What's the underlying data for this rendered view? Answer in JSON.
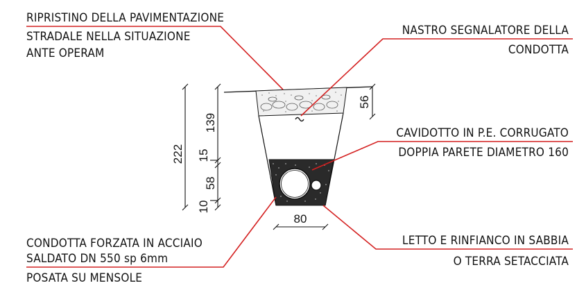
{
  "colors": {
    "leader": "#d42020",
    "ink": "#111111",
    "gravel": "#2a2a2a",
    "sand": "#9a9a9a"
  },
  "labels": {
    "ripristino": [
      "RIPRISTINO DELLA PAVIMENTAZIONE",
      "STRADALE NELLA SITUAZIONE",
      "ANTE OPERAM"
    ],
    "nastro": [
      "NASTRO SEGNALATORE DELLA",
      "CONDOTTA"
    ],
    "cavidotto": [
      "CAVIDOTTO IN P.E. CORRUGATO",
      "DOPPIA PARETE DIAMETRO 160"
    ],
    "condotta": [
      "CONDOTTA FORZATA IN ACCIAIO",
      "SALDATO DN 550 sp 6mm",
      "POSATA SU MENSOLE"
    ],
    "letto": [
      "LETTO E RINFIANCO IN SABBIA",
      "O TERRA SETACCIATA"
    ]
  },
  "dimensions": {
    "total_depth": "222",
    "fill_depth": "139",
    "gap": "15",
    "bedding": "58",
    "base": "10",
    "pavement": "56",
    "bottom_width": "80"
  }
}
